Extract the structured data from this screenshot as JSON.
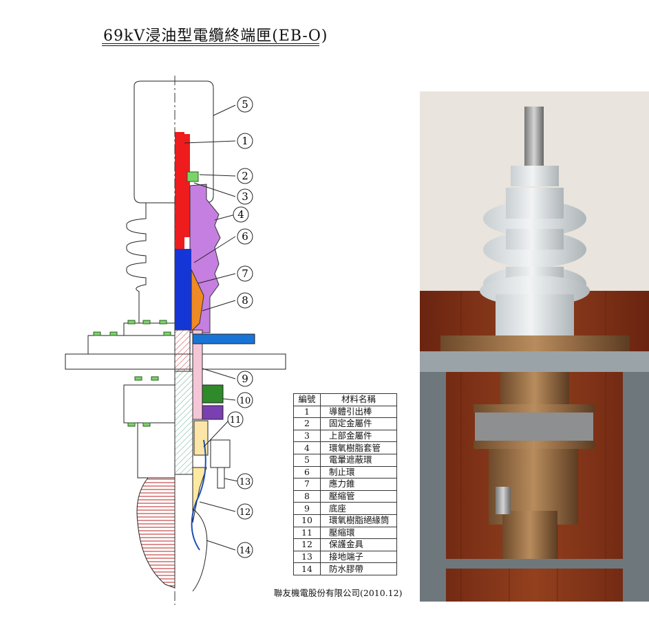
{
  "title": "69kV浸油型電纜終端匣(EB-O)",
  "parts_table": {
    "header_no": "編號",
    "header_name": "材料名稱",
    "rows": [
      {
        "no": "1",
        "name": "導體引出棒"
      },
      {
        "no": "2",
        "name": "固定金屬件"
      },
      {
        "no": "3",
        "name": "上部金屬件"
      },
      {
        "no": "4",
        "name": "環氧樹脂套管"
      },
      {
        "no": "5",
        "name": "電暈遮蔽環"
      },
      {
        "no": "6",
        "name": "制止環"
      },
      {
        "no": "7",
        "name": "應力錐"
      },
      {
        "no": "8",
        "name": "壓縮管"
      },
      {
        "no": "9",
        "name": "底座"
      },
      {
        "no": "10",
        "name": "環氧樹脂絕緣筒"
      },
      {
        "no": "11",
        "name": "壓縮環"
      },
      {
        "no": "12",
        "name": "保護金具"
      },
      {
        "no": "13",
        "name": "接地端子"
      },
      {
        "no": "14",
        "name": "防水膠帶"
      }
    ]
  },
  "callouts": [
    "5",
    "1",
    "2",
    "3",
    "4",
    "6",
    "7",
    "8",
    "9",
    "10",
    "11",
    "13",
    "12",
    "14"
  ],
  "company": "聯友機電股份有限公司(2010.12)",
  "colors": {
    "conductor_red": "#ee1c1c",
    "epoxy_purple": "#c57fe0",
    "stress_blue": "#1536d6",
    "stress_cone_orange": "#f08a24",
    "insulator_green": "#2f8a2a",
    "cable_cyan": "#bfeef0",
    "photo_wall": "#7a2e12",
    "porcelain": "#cfd3d6"
  }
}
